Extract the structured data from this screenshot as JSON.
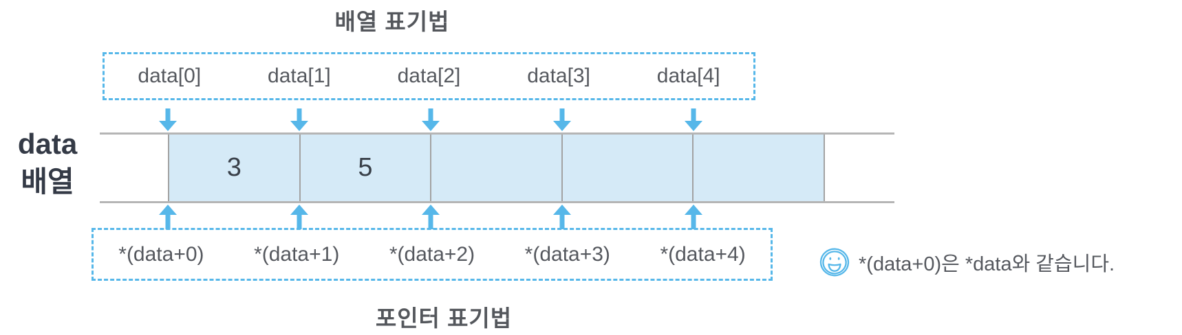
{
  "diagram": {
    "top": {
      "title": "배열 표기법",
      "labels": [
        "data[0]",
        "data[1]",
        "data[2]",
        "data[3]",
        "data[4]"
      ]
    },
    "bottom": {
      "title": "포인터 표기법",
      "labels": [
        "*(data+0)",
        "*(data+1)",
        "*(data+2)",
        "*(data+3)",
        "*(data+4)"
      ]
    },
    "array": {
      "name_line1": "data",
      "name_line2": "배열",
      "cells": [
        "3",
        "5",
        "",
        "",
        ""
      ]
    },
    "note": {
      "icon": "smiley-face-icon",
      "text": "*(data+0)은 *data와 같습니다."
    },
    "colors": {
      "accent_blue": "#56b7e9",
      "cell_fill": "#d5eaf7",
      "band_line": "#b5b5b5",
      "cell_divider": "#a2a2a2",
      "title_text": "#54575c",
      "label_text": "#55585e",
      "array_name_text": "#343a46",
      "value_text": "#394049"
    }
  }
}
